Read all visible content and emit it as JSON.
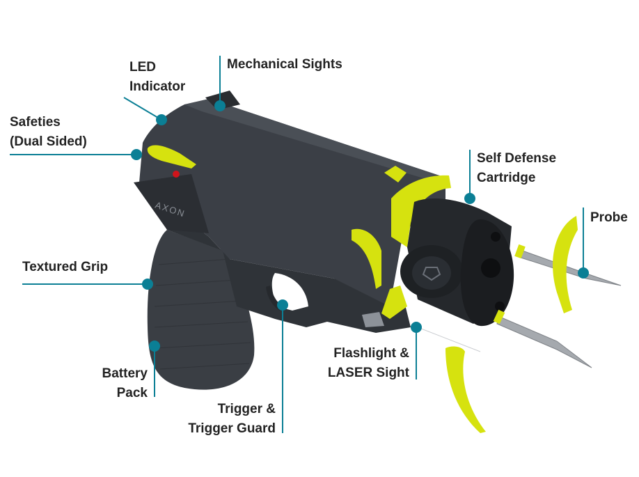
{
  "accent_color": "#0b7f95",
  "highlight_color": "#d6e20f",
  "body_color": "#33373d",
  "labels": {
    "led": [
      "LED",
      "Indicator"
    ],
    "sights": [
      "Mechanical Sights"
    ],
    "safeties": [
      "Safeties",
      "(Dual Sided)"
    ],
    "cartridge": [
      "Self Defense",
      "Cartridge"
    ],
    "probe": [
      "Probe"
    ],
    "grip": [
      "Textured Grip"
    ],
    "battery": [
      "Battery",
      "Pack"
    ],
    "flashlight": [
      "Flashlight &",
      "LASER Sight"
    ],
    "trigger": [
      "Trigger &",
      "Trigger Guard"
    ]
  },
  "brand_text": "AXON"
}
